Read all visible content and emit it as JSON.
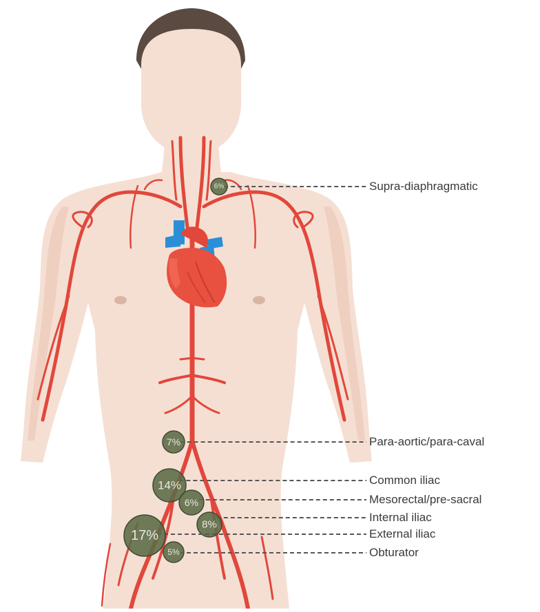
{
  "colors": {
    "skin": "#f5dfd3",
    "skin_shadow": "#ecc9b8",
    "hair": "#5a4a42",
    "artery": "#e2473b",
    "heart": "#e8503f",
    "vein": "#2a8fd6",
    "node": "#5b6b45",
    "label": "#3a3a3a"
  },
  "nodes": [
    {
      "id": "supra",
      "value": "6%",
      "label": "Supra-diaphragmatic"
    },
    {
      "id": "para",
      "value": "7%",
      "label": "Para-aortic/para-caval"
    },
    {
      "id": "common",
      "value": "14%",
      "label": "Common iliac"
    },
    {
      "id": "meso",
      "value": "6%",
      "label": "Mesorectal/pre-sacral"
    },
    {
      "id": "internal",
      "value": "8%",
      "label": "Internal iliac"
    },
    {
      "id": "external",
      "value": "17%",
      "label": "External iliac"
    },
    {
      "id": "obturator",
      "value": "5%",
      "label": "Obturator"
    }
  ]
}
